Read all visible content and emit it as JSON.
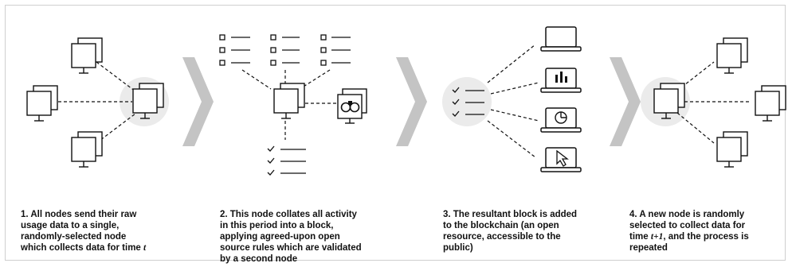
{
  "steps": [
    {
      "id": 1,
      "caption_a": "1. All nodes send their raw\nusage data to a single,\nrandomly-selected node\nwhich collects data for time ",
      "caption_var": "t",
      "caption_b": ""
    },
    {
      "id": 2,
      "caption_a": "2. This node collates all activity\nin this period into a block,\napplying agreed-upon open\nsource rules which are validated\nby a second node",
      "caption_var": "",
      "caption_b": ""
    },
    {
      "id": 3,
      "caption_a": "3. The resultant block is added\nto the blockchain (an open\nresource, accessible to the\npublic)",
      "caption_var": "",
      "caption_b": ""
    },
    {
      "id": 4,
      "caption_a": "4. A new node is randomly\nselected to collect data for\ntime ",
      "caption_var": "t+1",
      "caption_b": ", and the process is\nrepeated"
    }
  ],
  "colors": {
    "line": "#111111",
    "halo": "#ebebeb",
    "chevron": "#c4c4c4",
    "frame": "#cfcfcf"
  },
  "icons": [
    "computer-icon",
    "checklist-icon",
    "binoculars-icon",
    "laptop-icon",
    "bar-chart-icon",
    "pie-chart-icon",
    "cursor-icon"
  ]
}
